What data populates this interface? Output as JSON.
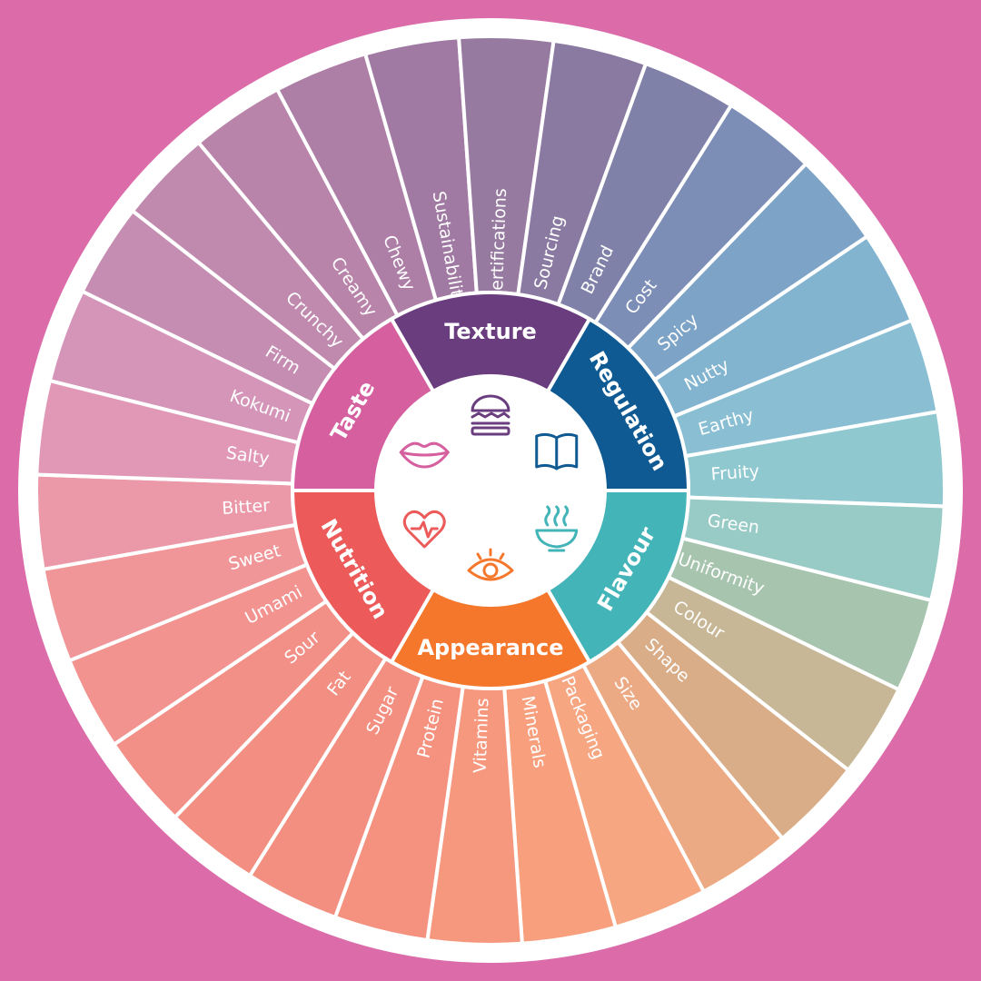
{
  "colors": {
    "background": "#dc6ba9",
    "ring": "#ffffff"
  },
  "categories": [
    {
      "name": "Texture",
      "color": "#6a3d7f",
      "icon": "burger-icon"
    },
    {
      "name": "Regulation",
      "color": "#0f5a93",
      "icon": "book-icon"
    },
    {
      "name": "Flavour",
      "color": "#43b4b7",
      "icon": "steaming-bowl-icon"
    },
    {
      "name": "Appearance",
      "color": "#f5772c",
      "icon": "eye-icon"
    },
    {
      "name": "Nutrition",
      "color": "#ec5a5a",
      "icon": "heart-icon"
    },
    {
      "name": "Taste",
      "color": "#d55f9f",
      "icon": "lips-icon"
    }
  ],
  "attributes": [
    "Firm",
    "Crunchy",
    "Creamy",
    "Chewy",
    "Sustainability",
    "Certifications",
    "Sourcing",
    "Brand",
    "Cost",
    "Spicy",
    "Nutty",
    "Earthy",
    "Fruity",
    "Green",
    "Uniformity",
    "Colour",
    "Shape",
    "Size",
    "Packaging",
    "Minerals",
    "Vitamins",
    "Protein",
    "Sugar",
    "Fat",
    "Sour",
    "Umami",
    "Sweet",
    "Bitter",
    "Salty",
    "Kokumi"
  ],
  "attribute_colors": [
    "#c58db1",
    "#c08aae",
    "#b884aa",
    "#ad7ea6",
    "#a07aa2",
    "#967aa0",
    "#8a7aa2",
    "#8081a8",
    "#7c8db6",
    "#7da3c6",
    "#82b3cf",
    "#8abfd3",
    "#90c8d0",
    "#98cbc6",
    "#a7c4ae",
    "#c7b796",
    "#d9ad88",
    "#ecaa84",
    "#f6a680",
    "#f8a07e",
    "#f6987e",
    "#f4927f",
    "#f38f80",
    "#f28f82",
    "#f29088",
    "#f2938f",
    "#f09699",
    "#eb98a8",
    "#e198b6",
    "#d495b8"
  ]
}
